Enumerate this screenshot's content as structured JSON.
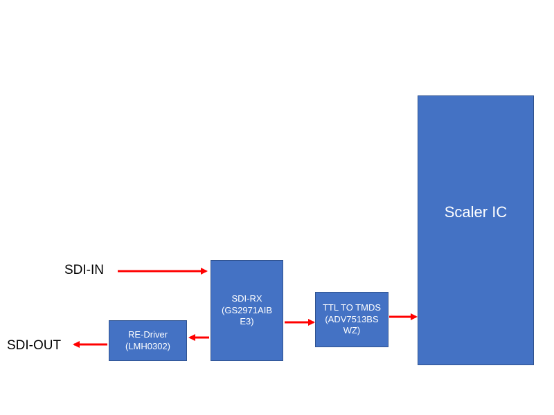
{
  "labels": {
    "sdi_in": "SDI-IN",
    "sdi_out": "SDI-OUT"
  },
  "blocks": {
    "scaler": {
      "line1": "Scaler IC"
    },
    "sdi_rx": {
      "line1": "SDI-RX",
      "line2": "(GS2971AIB",
      "line3": "E3)"
    },
    "ttl_tmds": {
      "line1": "TTL TO TMDS",
      "line2": "(ADV7513BS",
      "line3": "WZ)"
    },
    "re_driver": {
      "line1": "RE-Driver",
      "line2": "(LMH0302)"
    }
  },
  "colors": {
    "block_fill": "#4472c4",
    "block_border": "#2f528f",
    "arrow": "#ff0000",
    "text_light": "#ffffff",
    "text_dark": "#000000"
  }
}
